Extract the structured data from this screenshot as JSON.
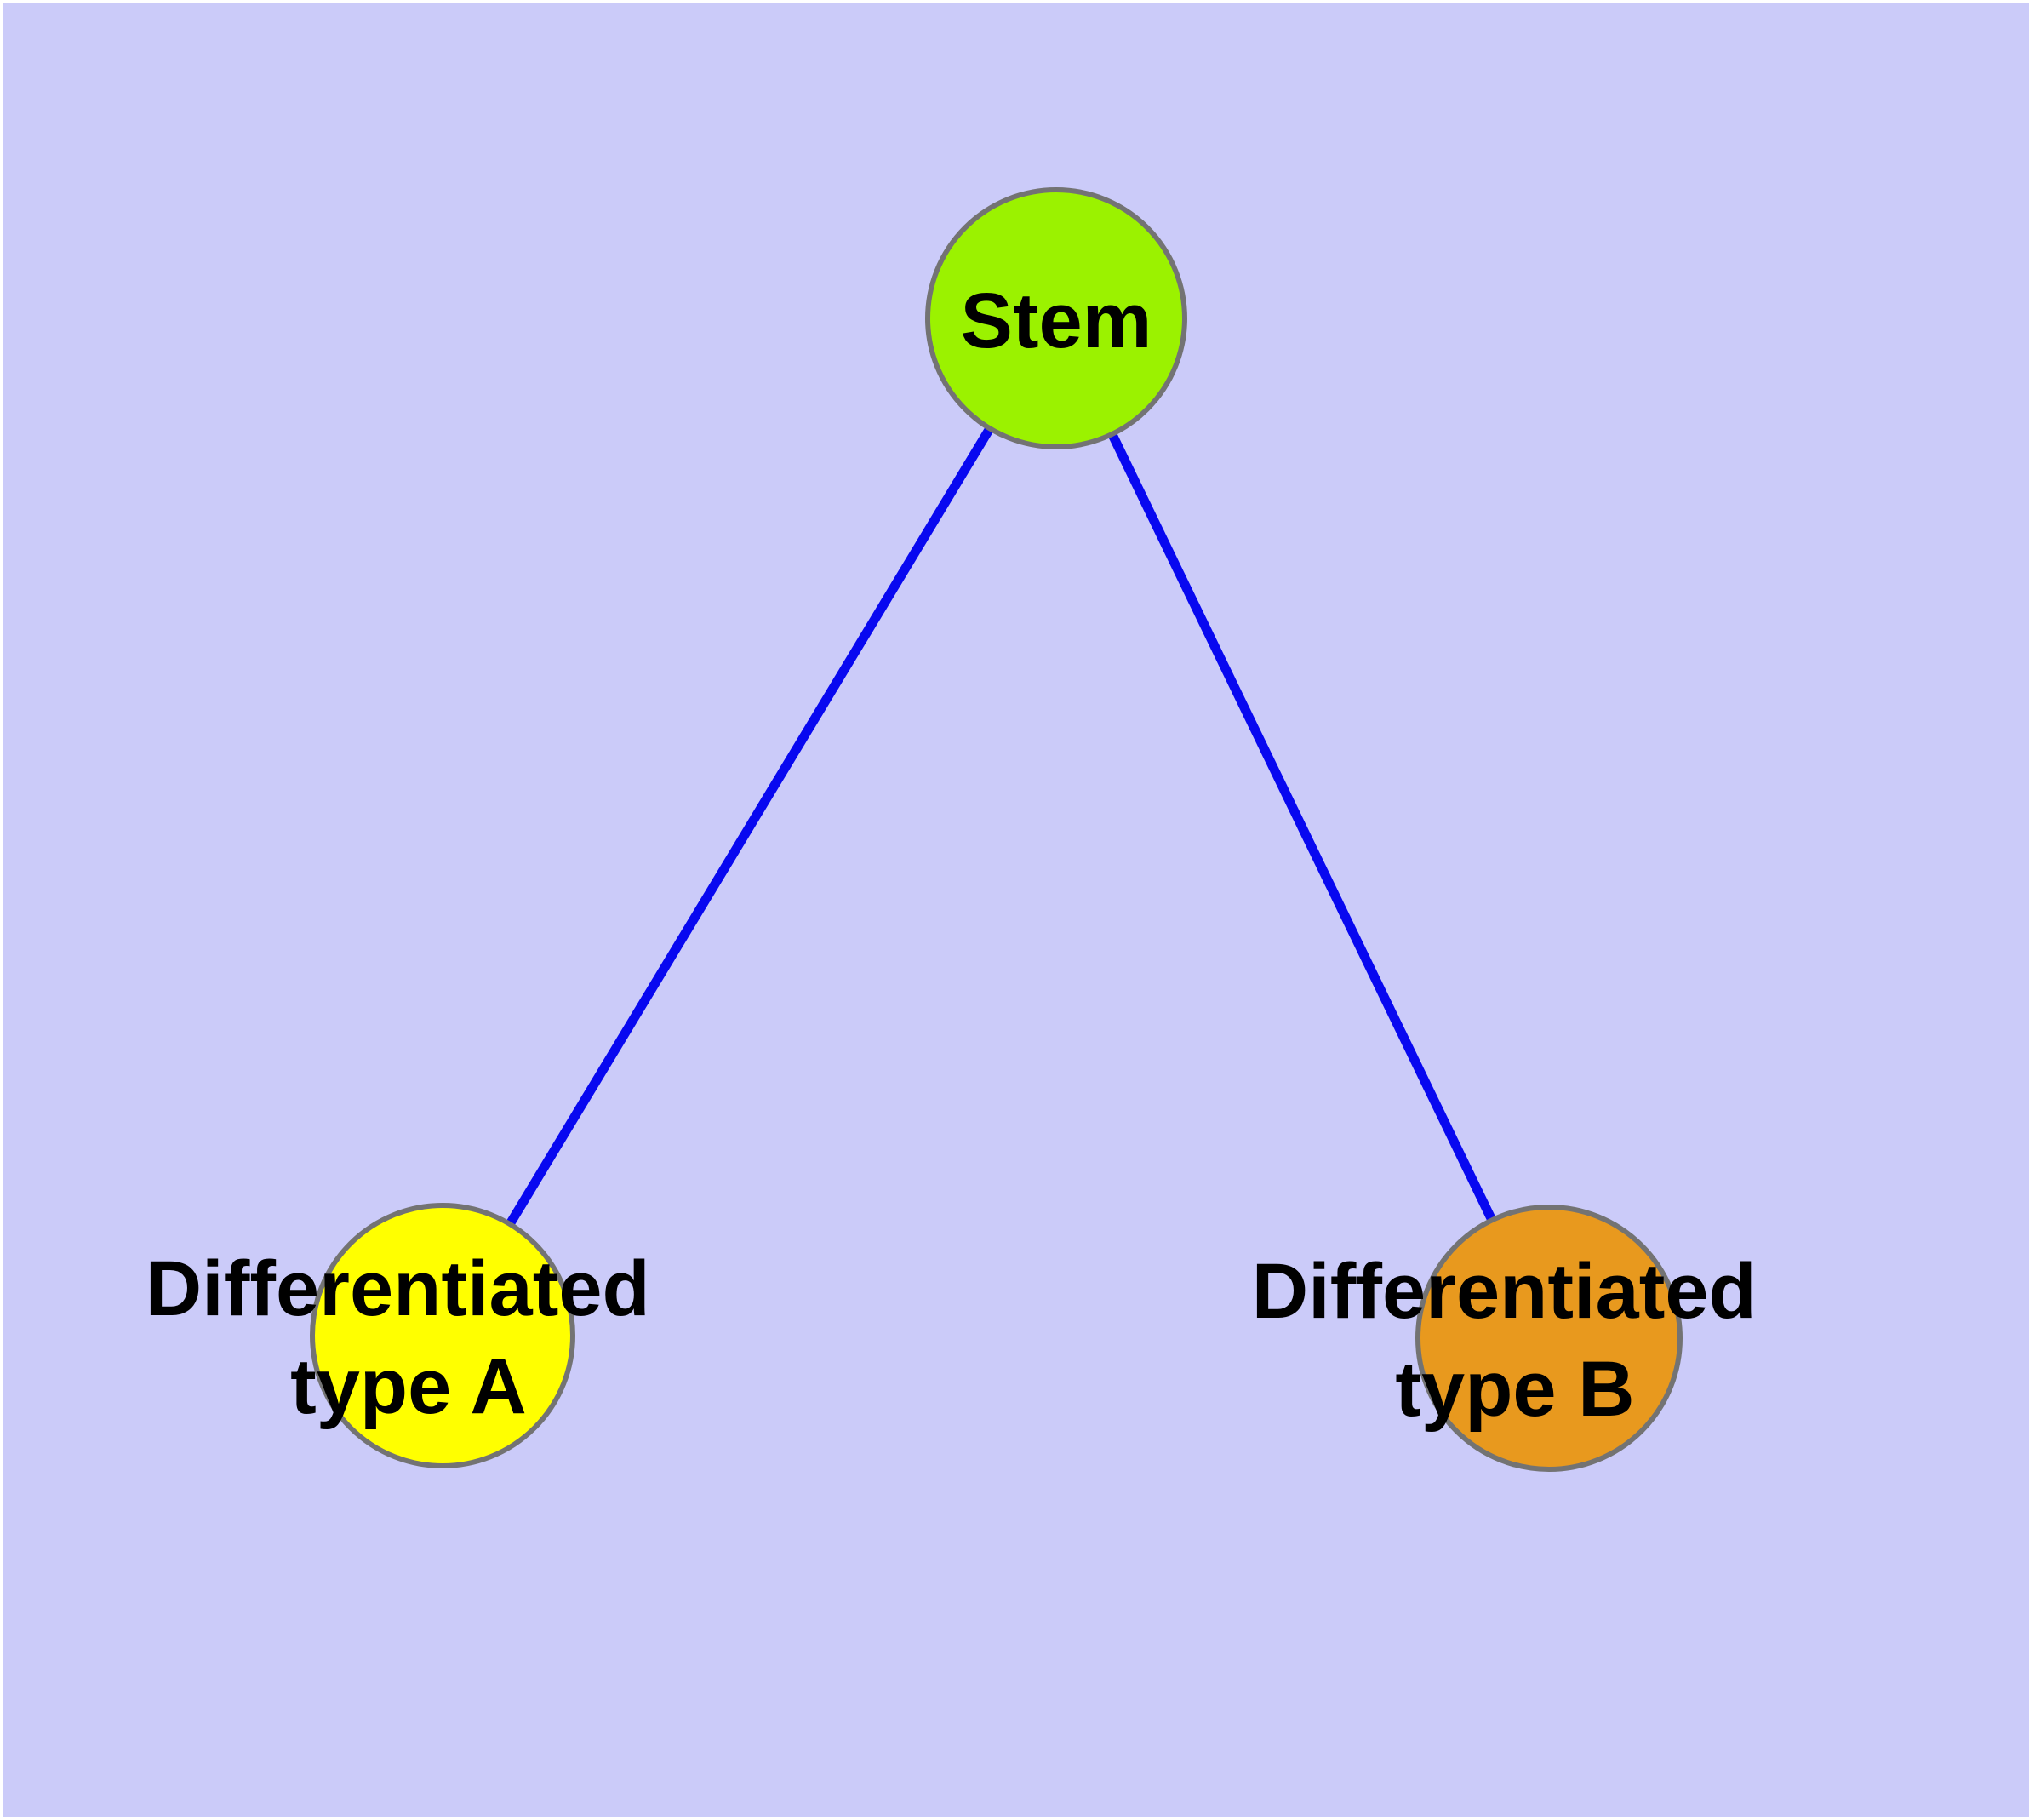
{
  "diagram": {
    "type": "node-link-graph",
    "background_color": "#CBCBF9",
    "frame_color": "#FFFFFF",
    "node_border_color": "#737373",
    "edge_color": "#0808F0",
    "label_color": "#000000",
    "nodes": [
      {
        "id": "stem",
        "label": "Stem",
        "fill": "#9BF200"
      },
      {
        "id": "type-a",
        "label_line1": "Differentiated",
        "label_line2": "type A",
        "fill": "#FFFF00"
      },
      {
        "id": "type-b",
        "label_line1": "Differentiated",
        "label_line2": "type B",
        "fill": "#E8991E"
      }
    ],
    "edges": [
      {
        "from": "Stem",
        "to": "Differentiated type A"
      },
      {
        "from": "Stem",
        "to": "Differentiated type B"
      }
    ]
  }
}
